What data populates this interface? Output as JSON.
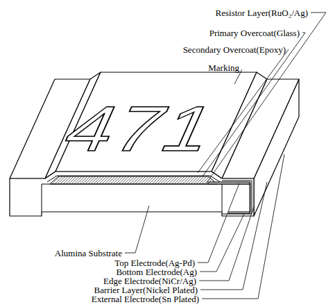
{
  "diagram": {
    "labels": [
      "Resistor Layer(RuO₂/Ag)",
      "Primary Overcoat(Glass)",
      "Secondary Overcoat(Epoxy)",
      "Marking",
      "471",
      "Alumina Substrate",
      "Top Electrode(Ag-Pd)",
      "Bottom Electrode(Ag)",
      "Edge Electrode(NiCr/Ag)",
      "Barrier Layer(Nickel Plated)",
      "External Electrode(Sn Plated)"
    ]
  }
}
